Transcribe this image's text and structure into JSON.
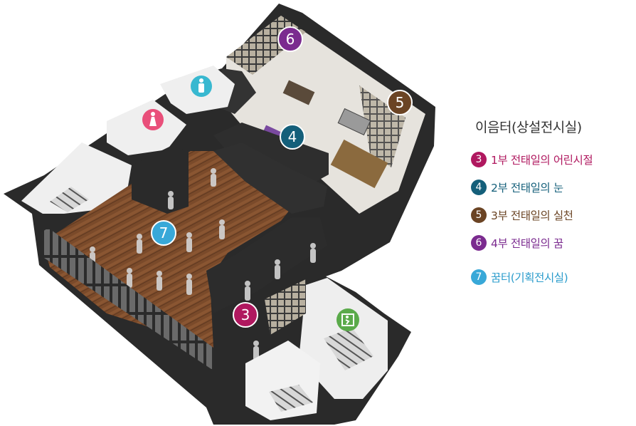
{
  "legend": {
    "title": "이음터(상설전시실)",
    "items": [
      {
        "number": "3",
        "label": "1부 전태일의 어린시절",
        "color": "#b0185f"
      },
      {
        "number": "4",
        "label": "2부 전태일의 눈",
        "color": "#145f7a"
      },
      {
        "number": "5",
        "label": "3부 전태일의 실천",
        "color": "#6b4424"
      },
      {
        "number": "6",
        "label": "4부 전태일의 꿈",
        "color": "#7b2b8f"
      },
      {
        "number": "7",
        "label": "꿈터(기획전시실)",
        "color": "#38a8d8"
      }
    ]
  },
  "map": {
    "markers": [
      {
        "number": "6",
        "color": "#7b2b8f"
      },
      {
        "number": "5",
        "color": "#6b4424"
      },
      {
        "number": "4",
        "color": "#145f7a"
      },
      {
        "number": "7",
        "color": "#38a8d8"
      },
      {
        "number": "3",
        "color": "#b0185f"
      }
    ],
    "icons": [
      {
        "name": "restroom-male-icon",
        "color": "#38b8d0"
      },
      {
        "name": "restroom-female-icon",
        "color": "#e94f7a"
      },
      {
        "name": "emergency-exit-icon",
        "color": "#5aaa4a"
      }
    ]
  }
}
